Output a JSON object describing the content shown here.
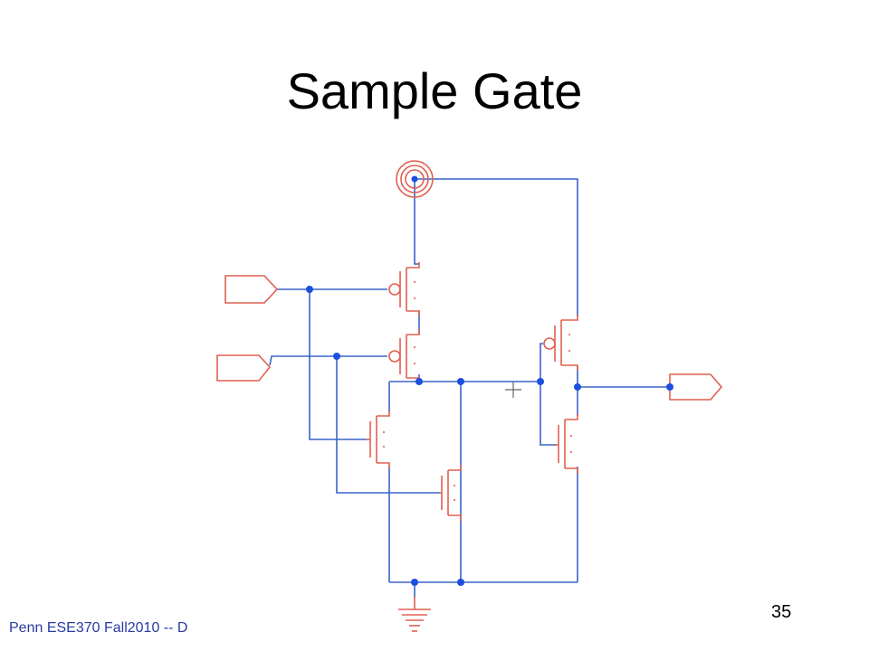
{
  "slide": {
    "title": "Sample Gate",
    "footer": "Penn ESE370 Fall2010 -- D",
    "page_number": "35"
  },
  "colors": {
    "wire": "#3a63c8",
    "device": "#e06050",
    "node": "#1c4fe0",
    "footer_text": "#2a3aa0"
  },
  "schematic": {
    "components": [
      "input-port-a",
      "input-port-b",
      "output-port",
      "vdd-symbol",
      "ground-symbol",
      "pmos-a",
      "pmos-b",
      "nmos-a",
      "nmos-b",
      "inverter-pmos",
      "inverter-nmos"
    ]
  }
}
